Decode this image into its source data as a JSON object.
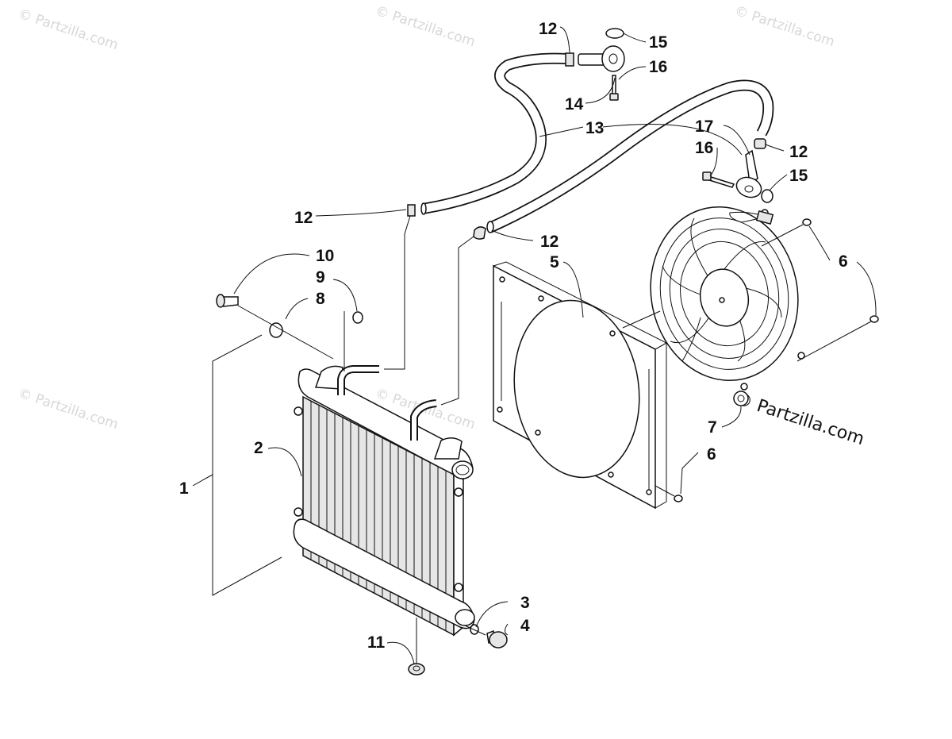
{
  "watermarks": [
    "© Partzilla.com",
    "© Partzilla.com",
    "© Partzilla.com",
    "© Partzilla.com",
    "© Partzilla.com"
  ],
  "watermark_main": "© Partzilla.com",
  "callouts": {
    "c1": "1",
    "c2": "2",
    "c3": "3",
    "c4": "4",
    "c5": "5",
    "c6a": "6",
    "c6b": "6",
    "c7": "7",
    "c8": "8",
    "c9": "9",
    "c10": "10",
    "c11": "11",
    "c12a": "12",
    "c12b": "12",
    "c12c": "12",
    "c12d": "12",
    "c13": "13",
    "c14": "14",
    "c15a": "15",
    "c15b": "15",
    "c16a": "16",
    "c16b": "16",
    "c17": "17"
  }
}
